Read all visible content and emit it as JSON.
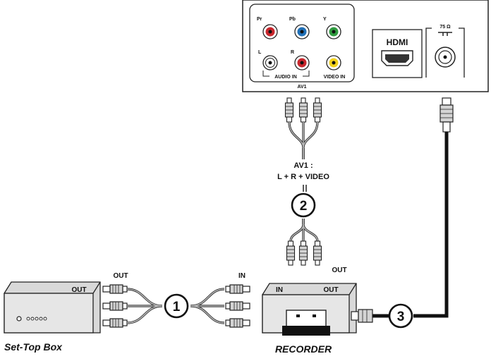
{
  "panel": {
    "jack_labels": {
      "pr": "Pr",
      "pb": "Pb",
      "y": "Y",
      "l": "L",
      "r": "R"
    },
    "audio_in": "AUDIO IN",
    "video_in": "VIDEO IN",
    "av1": "AV1",
    "hdmi": "HDMI",
    "antenna_ohm": "75 Ω"
  },
  "cable_label": {
    "line1": "AV1 :",
    "line2": "L + R + VIDEO"
  },
  "markers": {
    "one": "1",
    "two": "2",
    "three": "3"
  },
  "settop": {
    "name": "Set-Top Box",
    "out": "OUT",
    "out_above": "OUT"
  },
  "recorder": {
    "name": "RECORDER",
    "in": "IN",
    "out": "OUT",
    "in_above": "IN",
    "out_above": "OUT"
  },
  "colors": {
    "red": "#c8262c",
    "blue": "#1f6fb6",
    "green": "#2e9a3e",
    "yellow": "#f2d21b",
    "device_gray": "#d9d9d9"
  }
}
